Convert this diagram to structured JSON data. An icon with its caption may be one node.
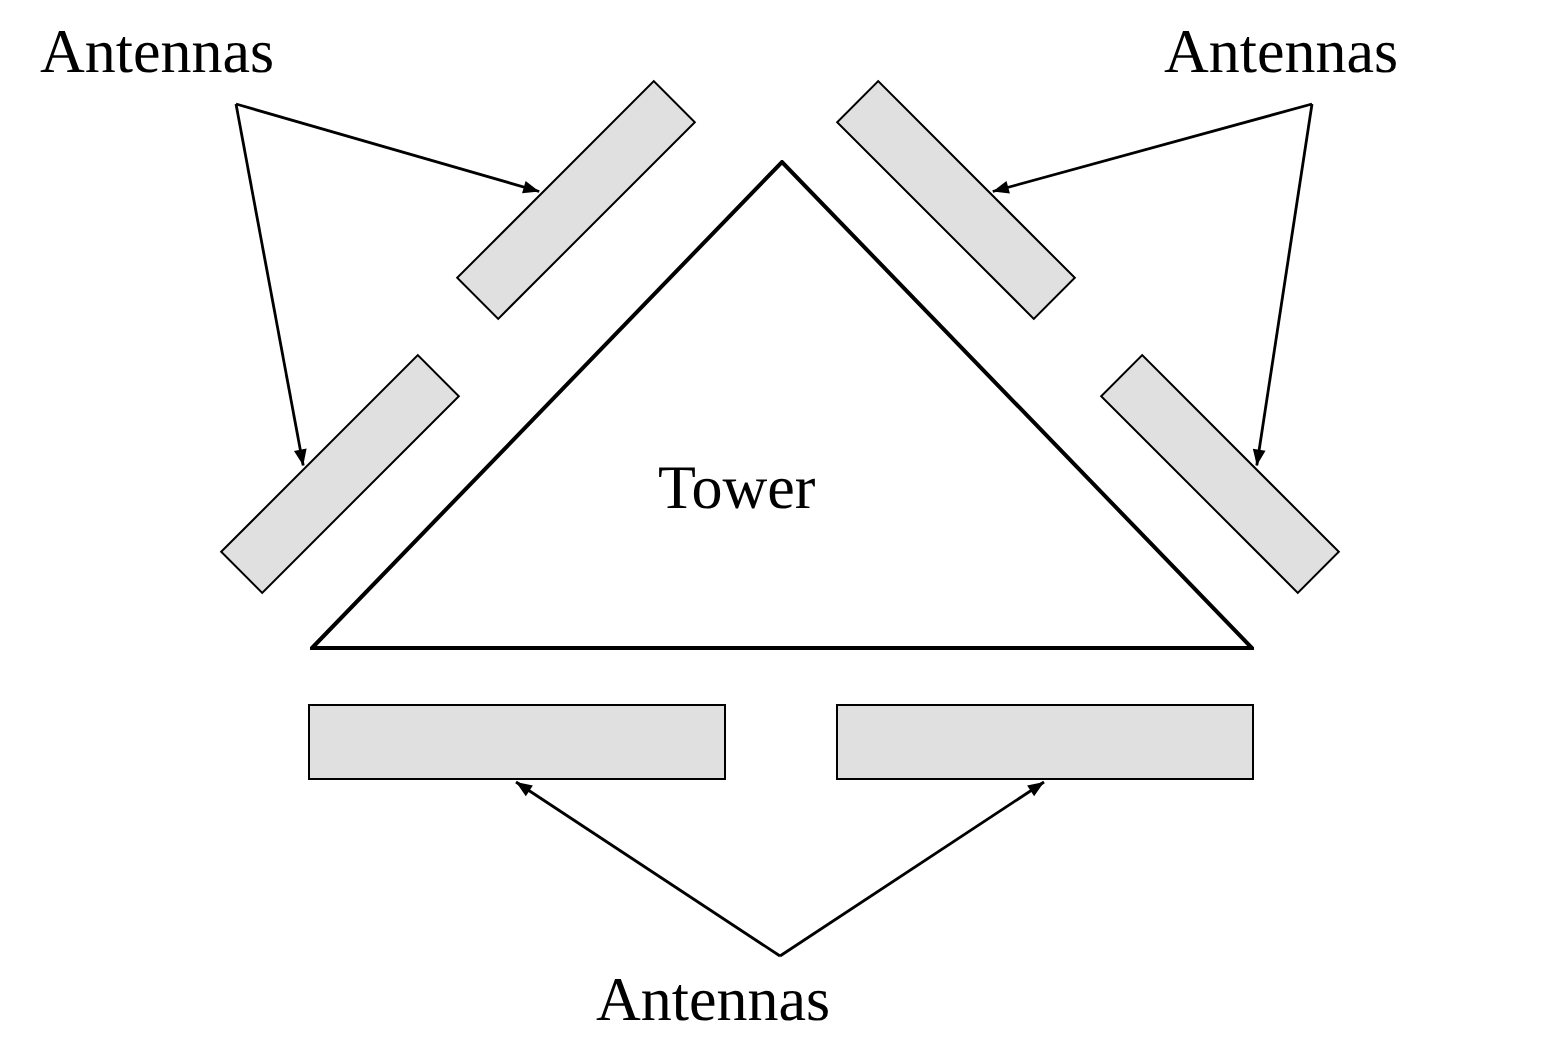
{
  "diagram": {
    "nodes": [
      {
        "text": [
          "Antennas"
        ]
      },
      {
        "text": [
          "Antennas"
        ]
      },
      {
        "text": [
          "Tower"
        ]
      },
      {
        "text": [],
        "shape": "box"
      },
      {
        "text": [],
        "shape": "box"
      },
      {
        "text": [],
        "shape": "box"
      },
      {
        "text": [],
        "shape": "box"
      },
      {
        "text": [],
        "shape": "box"
      },
      {
        "text": [],
        "shape": "box"
      },
      {
        "text": [
          "Antennas"
        ]
      }
    ],
    "edges": [
      {
        "from": 0,
        "to": 4,
        "arrow": "to"
      },
      {
        "from": 0,
        "to": 3,
        "arrow": "to"
      },
      {
        "from": 1,
        "to": 5,
        "arrow": "to"
      },
      {
        "from": 1,
        "to": 6,
        "arrow": "to"
      },
      {
        "from": 9,
        "to": 7,
        "arrow": "to"
      },
      {
        "from": 9,
        "to": 8,
        "arrow": "to"
      }
    ]
  }
}
